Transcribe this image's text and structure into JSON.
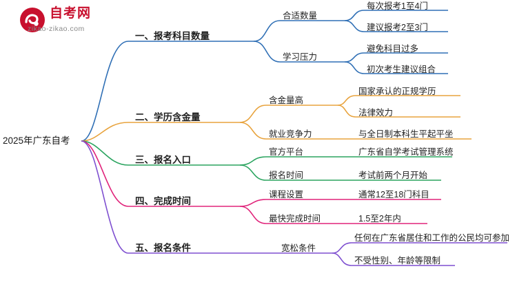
{
  "logo": {
    "brand_text": "自考网",
    "domain_text": "zikao-zikao.com",
    "brand_color": "#c8102e",
    "mark_name": "circular-swirl-logo-icon"
  },
  "mindmap": {
    "root": "2025年广东自考",
    "branches": [
      {
        "label": "一、报考科目数量",
        "color": "#2f6fb5",
        "children": [
          {
            "label": "合适数量",
            "leaves": [
              "每次报考1至4门",
              "建议报考2至3门"
            ]
          },
          {
            "label": "学习压力",
            "leaves": [
              "避免科目过多",
              "初次考生建议组合"
            ]
          }
        ]
      },
      {
        "label": "二、学历含金量",
        "color": "#e8a33d",
        "children": [
          {
            "label": "含金量高",
            "leaves": [
              "国家承认的正规学历",
              "法律效力"
            ]
          },
          {
            "label": "就业竞争力",
            "leaves": [
              "与全日制本科生平起平坐"
            ]
          }
        ]
      },
      {
        "label": "三、报名入口",
        "color": "#2aa45f",
        "children": [
          {
            "label": "官方平台",
            "leaves": [
              "广东省自学考试管理系统"
            ]
          },
          {
            "label": "报名时间",
            "leaves": [
              "考试前两个月开始"
            ]
          }
        ]
      },
      {
        "label": "四、完成时间",
        "color": "#e0237a",
        "children": [
          {
            "label": "课程设置",
            "leaves": [
              "通常12至18门科目"
            ]
          },
          {
            "label": "最快完成时间",
            "leaves": [
              "1.5至2年内"
            ]
          }
        ]
      },
      {
        "label": "五、报名条件",
        "color": "#7e4fd0",
        "children": [
          {
            "label": "宽松条件",
            "leaves": [
              "任何在广东省居住和工作的公民均可参加",
              "不受性别、年龄等限制"
            ]
          }
        ]
      }
    ]
  }
}
